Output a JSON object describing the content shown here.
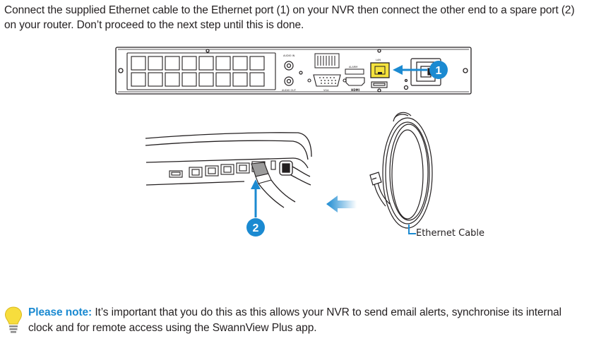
{
  "instruction": "Connect the supplied Ethernet cable to the Ethernet port (1) on your NVR then connect the other end to a spare port (2) on your router. Don’t proceed to the next step until this is done.",
  "figure": {
    "nvr": {
      "label_audio_in": "AUDIO IN",
      "label_audio_out": "AUDIO OUT",
      "label_vga": "VGA",
      "label_hdmi": "HDMI",
      "label_lan": "LAN",
      "label_alarm": "ALARM"
    },
    "callout_1": "1",
    "callout_2": "2",
    "cable_label": "Ethernet Cable",
    "colors": {
      "callout": "#1b8ad1",
      "lan_highlight": "#f6e33c",
      "arrow": "#1b8ad1"
    }
  },
  "note": {
    "title": "Please note:",
    "body": " It’s important that you do this as this allows your NVR to send email alerts, synchronise its internal clock and for remote access using the SwannView Plus app.",
    "icon": "lightbulb-icon"
  }
}
